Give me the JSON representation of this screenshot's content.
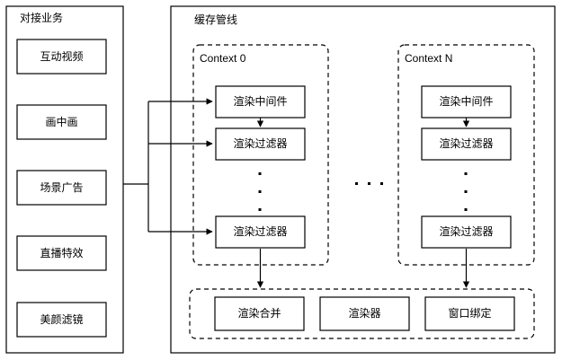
{
  "diagram": {
    "type": "block-diagram",
    "background_color": "#ffffff",
    "line_color": "#000000",
    "left_panel": {
      "title": "对接业务",
      "items": [
        {
          "label": "互动视频"
        },
        {
          "label": "画中画"
        },
        {
          "label": "场景广告"
        },
        {
          "label": "直播特效"
        },
        {
          "label": "美颜滤镜"
        }
      ]
    },
    "right_panel": {
      "title": "缓存管线",
      "contexts": [
        {
          "title": "Context 0",
          "nodes": [
            {
              "label": "渲染中间件"
            },
            {
              "label": "渲染过滤器"
            },
            {
              "label": "渲染过滤器"
            }
          ],
          "vertical_ellipsis": "⋮"
        },
        {
          "title": "Context N",
          "nodes": [
            {
              "label": "渲染中间件"
            },
            {
              "label": "渲染过滤器"
            },
            {
              "label": "渲染过滤器"
            }
          ],
          "vertical_ellipsis": "⋮"
        }
      ],
      "between_contexts_ellipsis": "· · ·",
      "output_group": {
        "nodes": [
          {
            "label": "渲染合并"
          },
          {
            "label": "渲染器"
          },
          {
            "label": "窗口绑定"
          }
        ]
      }
    }
  }
}
